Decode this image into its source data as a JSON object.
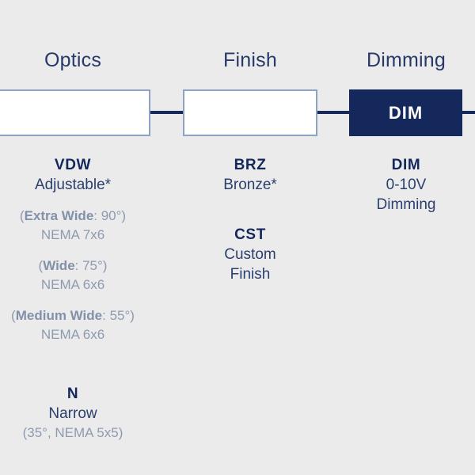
{
  "theme": {
    "background": "#ebebeb",
    "navy": "#14285c",
    "box_border": "#8ea2c4",
    "muted_text": "#8d9ab0",
    "body_text": "#2b3f6d",
    "header_text": "#27396a",
    "box_fill": "#ffffff"
  },
  "columns": [
    {
      "id": "optics",
      "header": "Optics",
      "box": {
        "code": "",
        "style": "empty"
      },
      "options": [
        {
          "code": "VDW",
          "description": "Adjustable*",
          "sub_lines": [
            {
              "bold": "Extra Wide",
              "rest": "( : 90°)",
              "display": "(Extra Wide: 90°)"
            },
            {
              "bold": "",
              "rest": "",
              "display": "NEMA 7x6"
            },
            {
              "bold": "Wide",
              "rest": "( : 75°)",
              "display": "(Wide: 75°)"
            },
            {
              "bold": "",
              "rest": "",
              "display": "NEMA 6x6"
            },
            {
              "bold": "Medium Wide",
              "rest": "( : 55°)",
              "display": "(Medium Wide: 55°)"
            },
            {
              "bold": "",
              "rest": "",
              "display": "NEMA 6x6"
            }
          ]
        },
        {
          "code": "N",
          "description": "Narrow",
          "sub_lines": [
            {
              "bold": "",
              "rest": "",
              "display": "(35°, NEMA 5x5)"
            }
          ]
        }
      ]
    },
    {
      "id": "finish",
      "header": "Finish",
      "box": {
        "code": "",
        "style": "empty"
      },
      "options": [
        {
          "code": "BRZ",
          "description": "Bronze*",
          "sub_lines": []
        },
        {
          "code": "CST",
          "description": "Custom",
          "description2": "Finish",
          "sub_lines": []
        }
      ]
    },
    {
      "id": "dimming",
      "header": "Dimming",
      "box": {
        "code": "DIM",
        "style": "filled"
      },
      "options": [
        {
          "code": "DIM",
          "description": "0-10V",
          "description2": "Dimming",
          "sub_lines": []
        }
      ]
    }
  ]
}
